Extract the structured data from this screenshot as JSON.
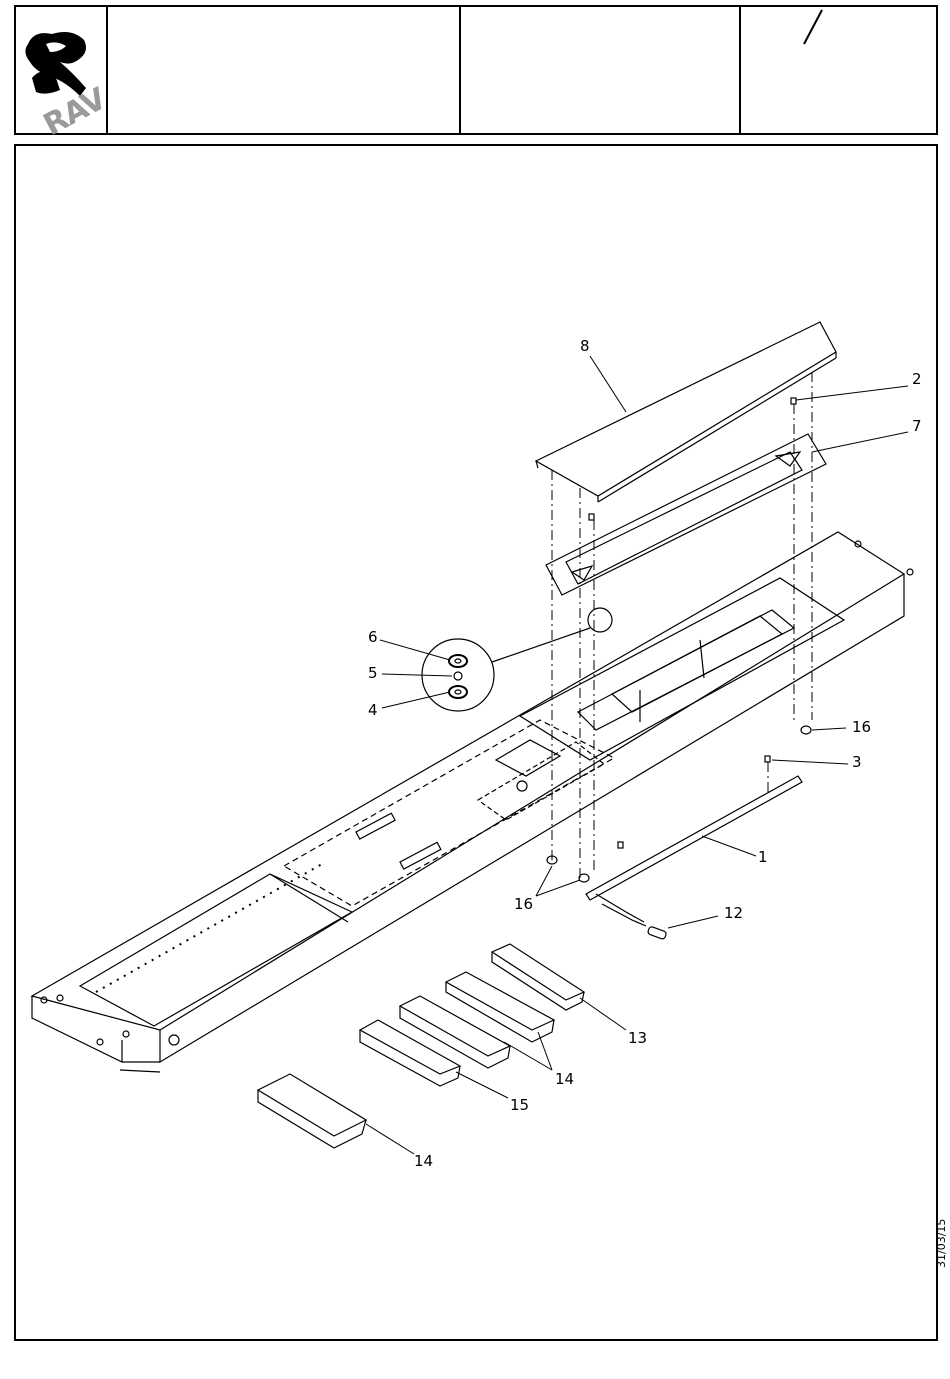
{
  "header": {
    "logo_text": "RAV",
    "title": "",
    "code": "",
    "page_mark": "/"
  },
  "date_code": "31/03/15",
  "callouts": [
    {
      "id": "c8",
      "text": "8"
    },
    {
      "id": "c2",
      "text": "2"
    },
    {
      "id": "c7",
      "text": "7"
    },
    {
      "id": "c6",
      "text": "6"
    },
    {
      "id": "c5",
      "text": "5"
    },
    {
      "id": "c4",
      "text": "4"
    },
    {
      "id": "c16a",
      "text": "16"
    },
    {
      "id": "c3",
      "text": "3"
    },
    {
      "id": "c1",
      "text": "1"
    },
    {
      "id": "c16b",
      "text": "16"
    },
    {
      "id": "c12",
      "text": "12"
    },
    {
      "id": "c13",
      "text": "13"
    },
    {
      "id": "c14a",
      "text": "14"
    },
    {
      "id": "c15",
      "text": "15"
    },
    {
      "id": "c14b",
      "text": "14"
    }
  ]
}
